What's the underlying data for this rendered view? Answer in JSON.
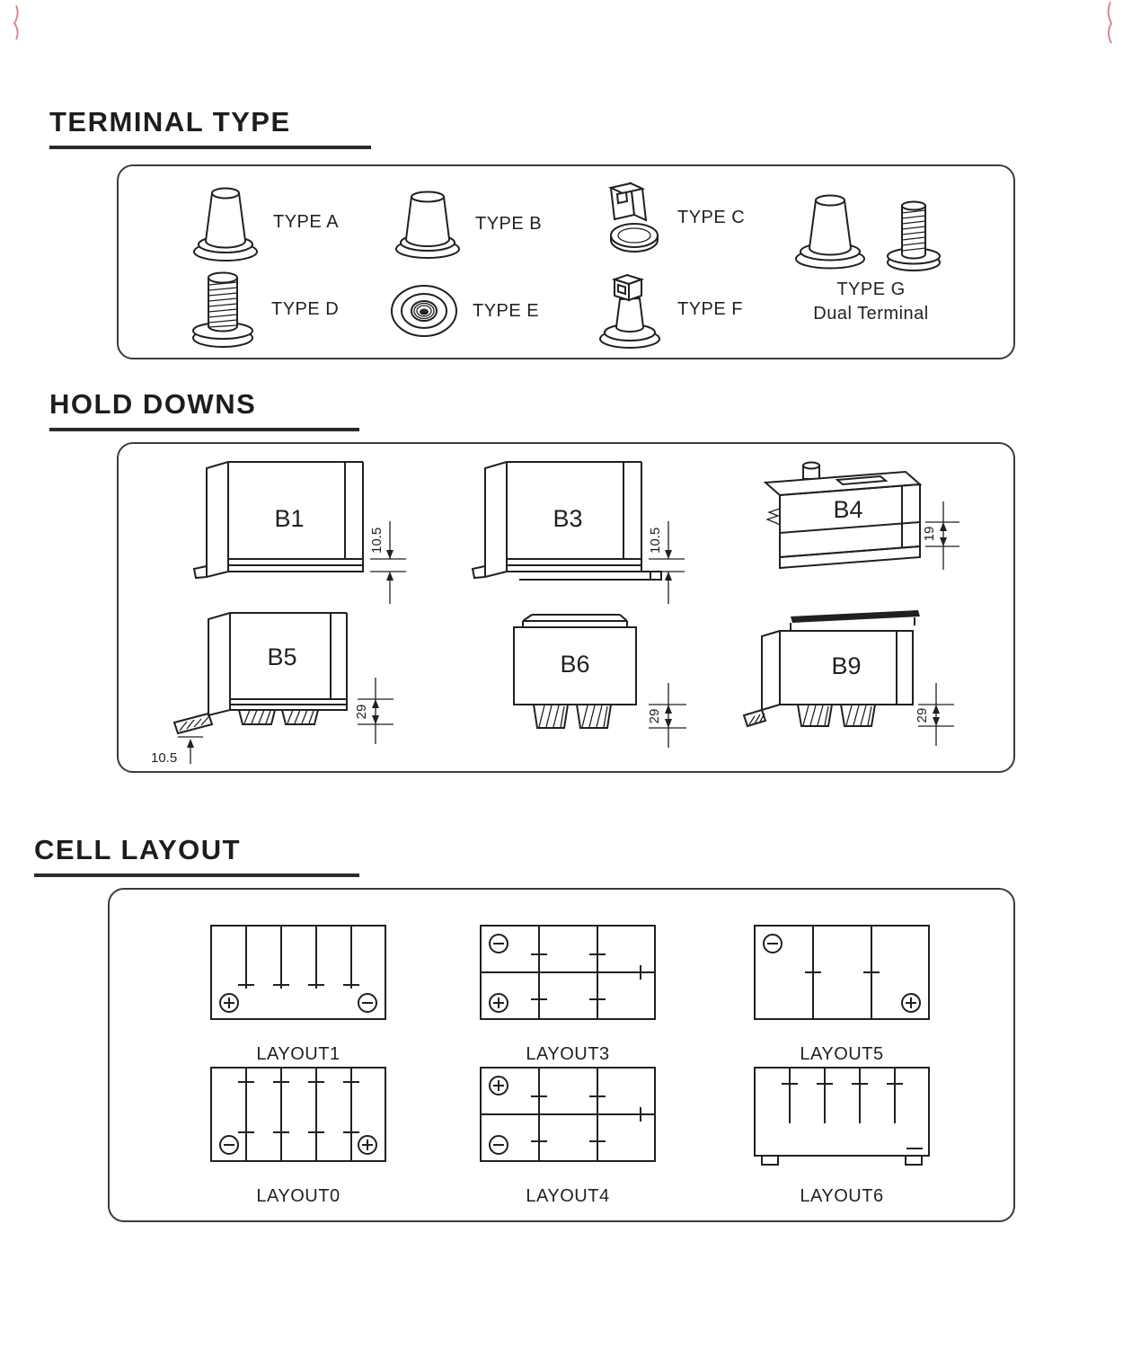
{
  "headings": {
    "terminal": "TERMINAL TYPE",
    "hold_downs": "HOLD DOWNS",
    "cell_layout": "CELL LAYOUT"
  },
  "terminals": {
    "a": {
      "label": "TYPE A"
    },
    "b": {
      "label": "TYPE B"
    },
    "c": {
      "label": "TYPE C"
    },
    "d": {
      "label": "TYPE D"
    },
    "e": {
      "label": "TYPE E"
    },
    "f": {
      "label": "TYPE F"
    },
    "g": {
      "label": "TYPE G",
      "sublabel": "Dual Terminal"
    }
  },
  "hold_downs": {
    "b1": {
      "label": "B1",
      "dim": "10.5"
    },
    "b3": {
      "label": "B3",
      "dim": "10.5"
    },
    "b4": {
      "label": "B4",
      "dim": "19"
    },
    "b5": {
      "label": "B5",
      "dim": "29",
      "dim2": "10.5"
    },
    "b6": {
      "label": "B6",
      "dim": "29"
    },
    "b9": {
      "label": "B9",
      "dim": "29"
    }
  },
  "cell_layouts": {
    "l1": {
      "label": "LAYOUT1"
    },
    "l3": {
      "label": "LAYOUT3"
    },
    "l5": {
      "label": "LAYOUT5"
    },
    "l0": {
      "label": "LAYOUT0"
    },
    "l4": {
      "label": "LAYOUT4"
    },
    "l6": {
      "label": "LAYOUT6"
    }
  },
  "colors": {
    "line": "#231f20"
  }
}
